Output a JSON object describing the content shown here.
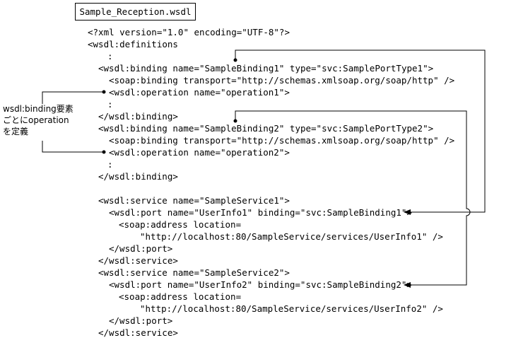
{
  "file_title": "Sample_Reception.wsdl",
  "code_lines": [
    "<?xml version=\"1.0\" encoding=\"UTF-8\"?>",
    "<wsdl:definitions",
    ":",
    "<wsdl:binding name=\"SampleBinding1\" type=\"svc:SamplePortType1\">",
    "<soap:binding transport=\"http://schemas.xmlsoap.org/soap/http\" />",
    "<wsdl:operation name=\"operation1\">",
    ":",
    "</wsdl:binding>",
    "<wsdl:binding name=\"SampleBinding2\" type=\"svc:SamplePortType2\">",
    "<soap:binding transport=\"http://schemas.xmlsoap.org/soap/http\" />",
    "<wsdl:operation name=\"operation2\">",
    ":",
    "</wsdl:binding>",
    "<wsdl:service name=\"SampleService1\">",
    "<wsdl:port name=\"UserInfo1\" binding=\"svc:SampleBinding1\">",
    "<soap:address location=",
    "\"http://localhost:80/SampleService/services/UserInfo1\" />",
    "</wsdl:port>",
    "</wsdl:service>",
    "<wsdl:service name=\"SampleService2\">",
    "<wsdl:port name=\"UserInfo2\" binding=\"svc:SampleBinding2\">",
    "<soap:address location=",
    "\"http://localhost:80/SampleService/services/UserInfo2\" />",
    "</wsdl:port>",
    "</wsdl:service>"
  ],
  "annotation_lines": [
    "wsdl:binding要素",
    "ごとにoperation",
    "を定義"
  ]
}
